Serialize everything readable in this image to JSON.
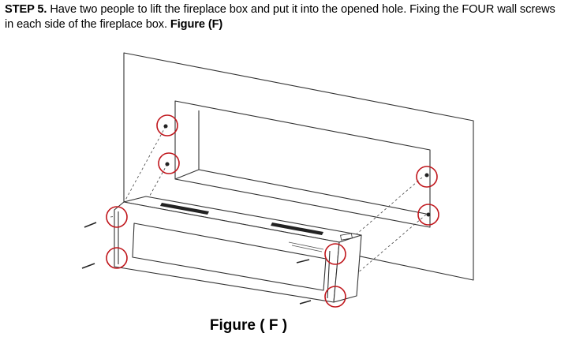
{
  "instruction": {
    "step_label": "STEP 5.",
    "text_part1": " Have two people to lift  the fireplace box and put it into the opened hole. Fixing the FOUR wall screws in each side of the fireplace box. ",
    "figure_ref": "Figure (F)"
  },
  "figure": {
    "caption": "Figure ( F )",
    "line_color": "#333333",
    "highlight_color": "#c0161c"
  }
}
